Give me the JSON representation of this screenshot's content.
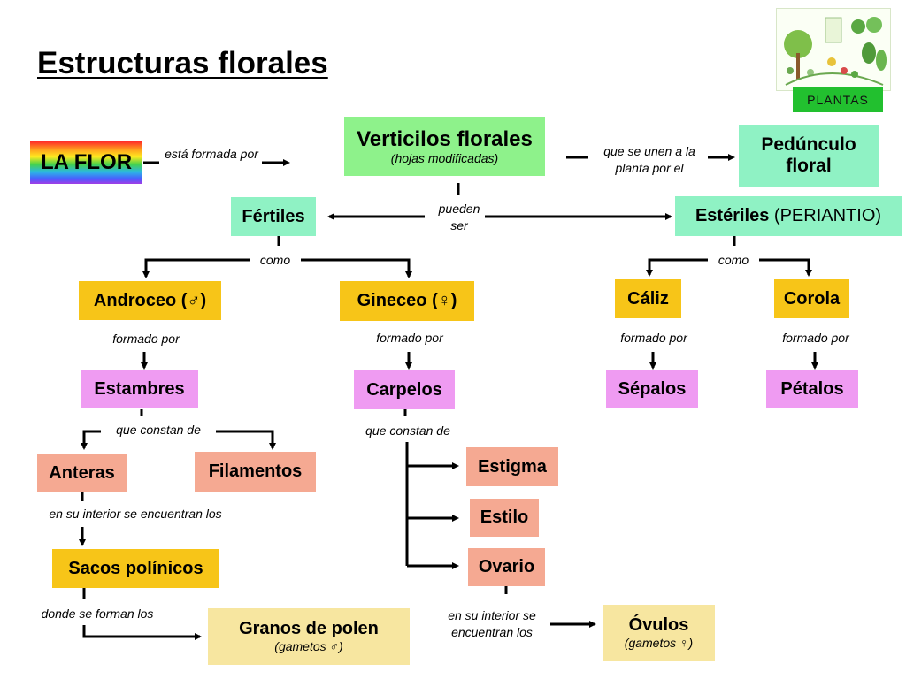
{
  "title": "Estructuras florales",
  "thumbnail": {
    "label": "PLANTAS"
  },
  "nodes": {
    "la_flor": "LA FLOR",
    "verticilos": {
      "label": "Verticilos florales",
      "sub": "(hojas modificadas)"
    },
    "pedunculo": "Pedúnculo floral",
    "fertiles": "Fértiles",
    "esteriles": {
      "label": "Estériles",
      "suffix": " (PERIANTIO)"
    },
    "androceo": "Androceo (♂)",
    "gineceo": "Gineceo (♀)",
    "caliz": "Cáliz",
    "corola": "Corola",
    "estambres": "Estambres",
    "carpelos": "Carpelos",
    "sepalos": "Sépalos",
    "petalos": "Pétalos",
    "anteras": "Anteras",
    "filamentos": "Filamentos",
    "estigma": "Estigma",
    "estilo": "Estilo",
    "ovario": "Ovario",
    "sacos": "Sacos polínicos",
    "granos": {
      "label": "Granos de polen",
      "sub": "(gametos ♂)"
    },
    "ovulos": {
      "label": "Óvulos",
      "sub": "(gametos ♀)"
    }
  },
  "connectors": {
    "esta_formada_por": "está formada por",
    "que_se_unen": "que se unen a la planta por el",
    "pueden_ser": "pueden ser",
    "como_fertiles": "como",
    "como_esteriles": "como",
    "formado_por_androceo": "formado por",
    "formado_por_gineceo": "formado por",
    "formado_por_caliz": "formado por",
    "formado_por_corola": "formado por",
    "que_constan_de_estambres": "que constan de",
    "que_constan_de_carpelos": "que constan de",
    "en_su_interior_anteras": "en su interior se encuentran los",
    "donde_se_forman": "donde se forman los",
    "en_su_interior_ovario": "en su interior se encuentran los"
  },
  "colors": {
    "green": "#8ef28b",
    "mint": "#8ff2c4",
    "yellow": "#f7c518",
    "pink": "#ef9bf2",
    "salmon": "#f5a992",
    "cream": "#f7e6a0",
    "tag_green": "#22c02f"
  }
}
